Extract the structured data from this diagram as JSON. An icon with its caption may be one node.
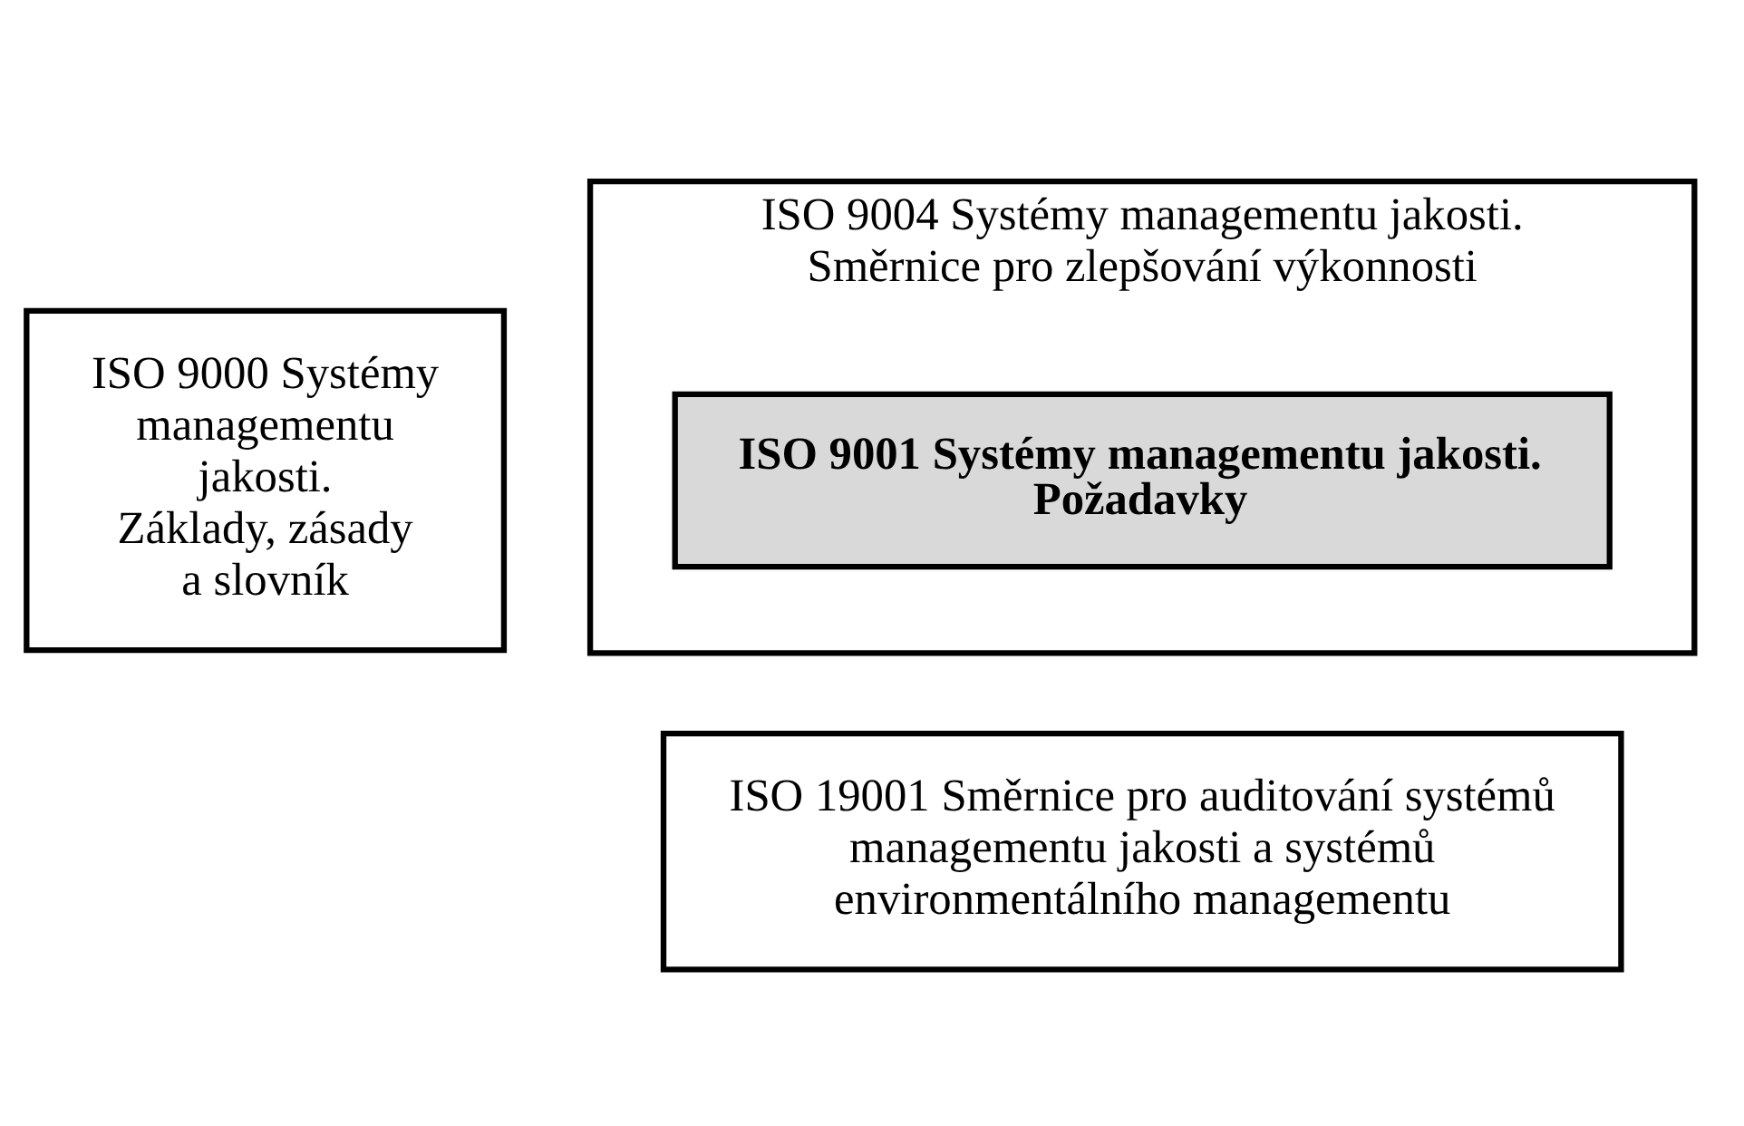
{
  "diagram": {
    "nodes": [
      {
        "text": [
          "ISO 9000 Systémy managementu jakosti. Základy, zásady a slovník"
        ]
      },
      {
        "text": [
          "ISO 9004 Systémy managementu jakosti. Směrnice pro zlepšování výkonnosti"
        ]
      },
      {
        "text": [
          "ISO 9001 Systémy managementu jakosti. Požadavky"
        ],
        "in": 1
      },
      {
        "text": [
          "ISO 19001 Směrnice pro auditování systémů managementu jakosti a systémů environmentálního managementu"
        ]
      }
    ]
  }
}
